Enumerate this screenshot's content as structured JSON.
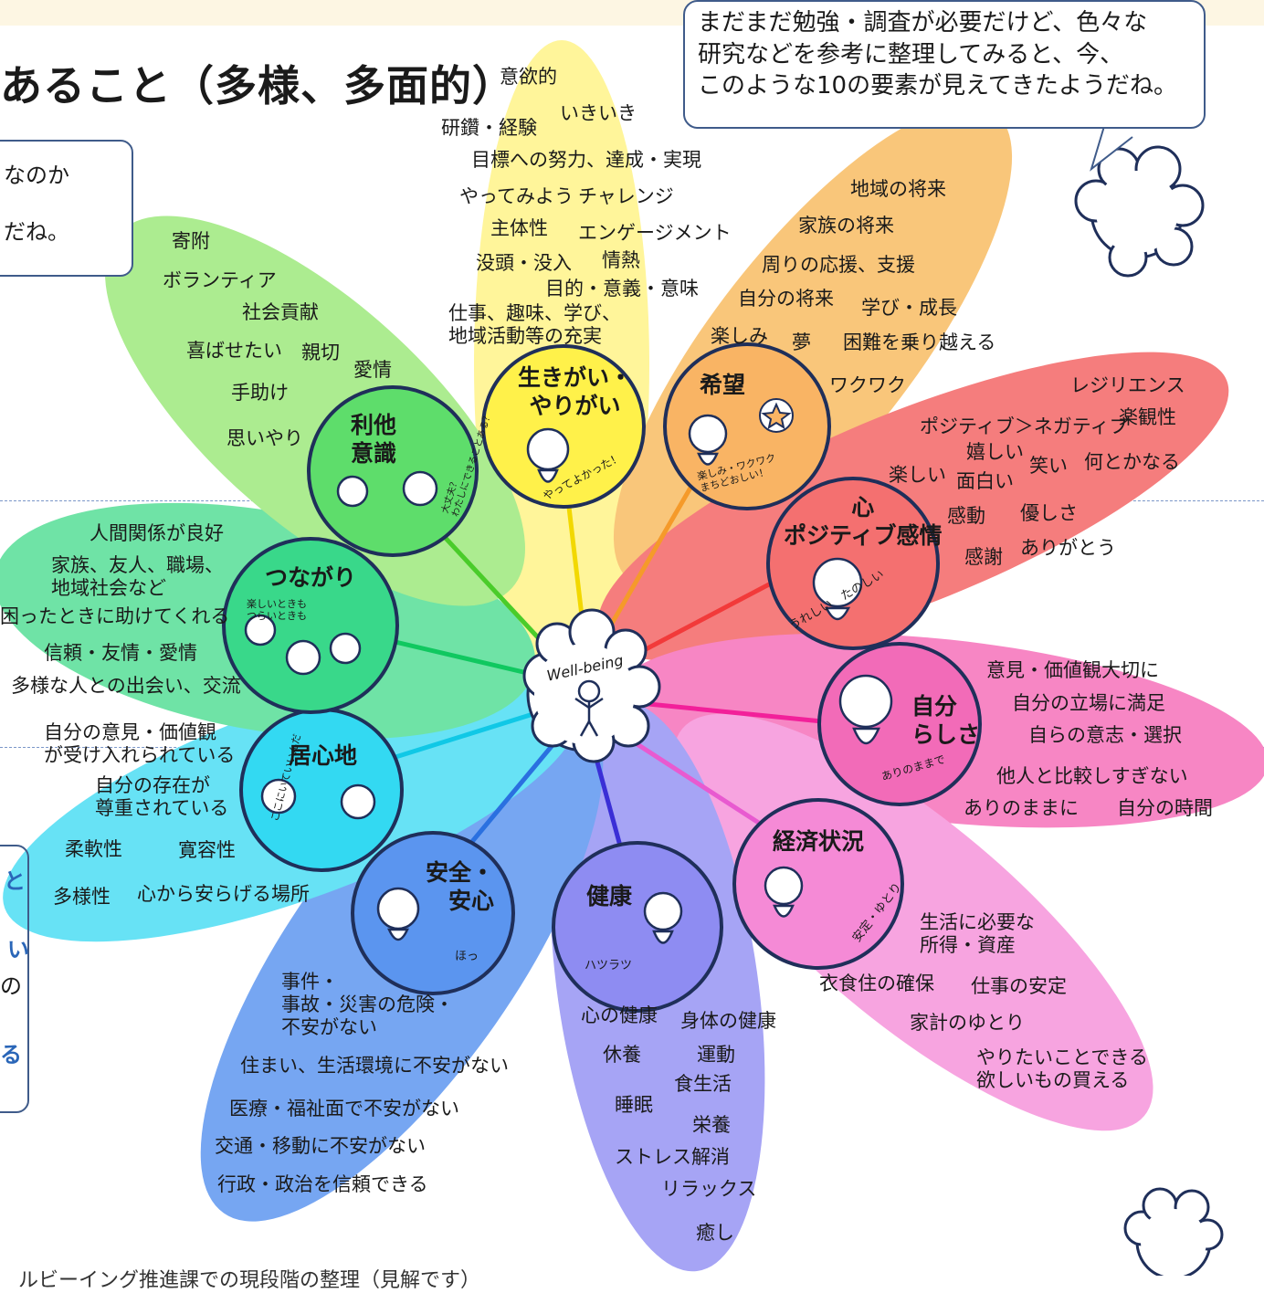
{
  "title": "あること（多様、多面的）",
  "speech_bubble": "まだまだ勉強・調査が必要だけど、色々な\n研究などを参考に整理してみると、今、\nこのような10の要素が見えてきたようだね。",
  "left_bubble": "なのか\nだね。",
  "left_box_fragments": [
    "と",
    "い",
    "の",
    "る"
  ],
  "center": "Well-being",
  "caption": "ルビーイング推進課での現段階の整理（見解です）",
  "elements": [
    {
      "name": "生きがい・\nやりがい",
      "color": "#fff14a",
      "bubble": "やってよかった！",
      "words": [
        "意欲的",
        "いきいき",
        "研鑽・経験",
        "目標への努力、達成・実現",
        "やってみよう",
        "チャレンジ",
        "主体性",
        "エンゲージメント",
        "没頭・没入",
        "情熱",
        "目的・意義・意味",
        "仕事、趣味、学び、\n地域活動等の充実"
      ]
    },
    {
      "name": "希望",
      "color": "#f7b765",
      "bubble": "楽しみ・ワクワク\nまちどおしい！",
      "words": [
        "地域の将来",
        "家族の将来",
        "周りの応援、支援",
        "自分の将来",
        "学び・成長",
        "楽しみ",
        "夢",
        "困難を乗り越える",
        "ワクワク"
      ]
    },
    {
      "name": "心\nポジティブ感情",
      "color": "#f26b6b",
      "bubble": "うれしい　たのしい",
      "words": [
        "レジリエンス",
        "ポジティブ＞ネガティブ",
        "楽観性",
        "嬉しい",
        "笑い",
        "何とかなる",
        "楽しい",
        "面白い",
        "感動",
        "優しさ",
        "感謝",
        "ありがとう"
      ]
    },
    {
      "name": "自分\nらしさ",
      "color": "#f26bb8",
      "bubble": "ありのままで",
      "words": [
        "意見・価値観大切に",
        "自分の立場に満足",
        "自らの意志・選択",
        "他人と比較しすぎない",
        "ありのままに",
        "自分の時間"
      ]
    },
    {
      "name": "経済状況",
      "color": "#f58ad6",
      "bubble": "安定・ゆとり",
      "words": [
        "生活に必要な\n所得・資産",
        "衣食住の確保",
        "仕事の安定",
        "家計のゆとり",
        "やりたいことできる\n欲しいもの買える"
      ]
    },
    {
      "name": "健康",
      "color": "#8e8cf2",
      "bubble": "ハツラツ",
      "words": [
        "心の健康",
        "身体の健康",
        "休養",
        "運動",
        "食生活",
        "睡眠",
        "栄養",
        "ストレス解消",
        "リラックス",
        "癒し"
      ]
    },
    {
      "name": "安全・\n安心",
      "color": "#5b95ef",
      "bubble": "ほっ",
      "words": [
        "事件・\n事故・災害の危険・\n不安がない",
        "住まい、生活環境に不安がない",
        "医療・福祉面で不安がない",
        "交通・移動に不安がない",
        "行政・政治を信頼できる"
      ]
    },
    {
      "name": "居心地",
      "color": "#33d9f2",
      "bubble": "ここにいていいんだ",
      "words": [
        "自分の意見・価値観\nが受け入れられている",
        "自分の存在が\n尊重されている",
        "柔軟性",
        "寛容性",
        "多様性",
        "心から安らげる場所"
      ]
    },
    {
      "name": "つながり",
      "color": "#39d88a",
      "bubble": "楽しいときも\nつらいときも",
      "words": [
        "人間関係が良好",
        "家族、友人、職場、\n地域社会など",
        "困ったときに助けてくれる",
        "信頼・友情・愛情",
        "多様な人との出会い、交流"
      ]
    },
    {
      "name": "利他\n意識",
      "color": "#8fe26e",
      "bubble": "大丈夫？\nわたしにできることある？",
      "words": [
        "寄附",
        "ボランティア",
        "社会貢献",
        "喜ばせたい",
        "親切",
        "愛情",
        "手助け",
        "思いやり"
      ]
    }
  ]
}
